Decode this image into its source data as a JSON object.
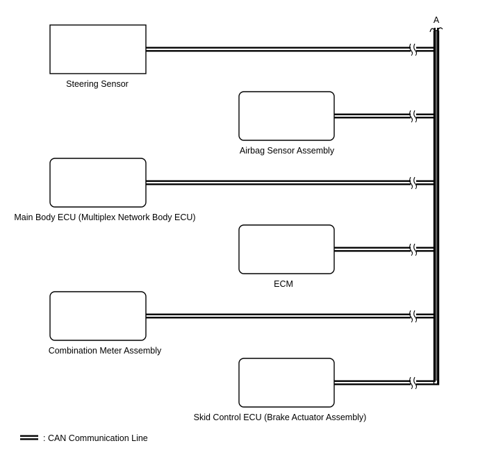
{
  "diagram": {
    "bus_label": "A",
    "components": [
      {
        "id": "steering",
        "label": "Steering Sensor",
        "shape": "square"
      },
      {
        "id": "airbag",
        "label": "Airbag Sensor Assembly",
        "shape": "rounded"
      },
      {
        "id": "mainbody",
        "label": "Main Body ECU (Multiplex Network Body ECU)",
        "shape": "rounded"
      },
      {
        "id": "ecm",
        "label": "ECM",
        "shape": "rounded"
      },
      {
        "id": "combo",
        "label": "Combination Meter Assembly",
        "shape": "rounded"
      },
      {
        "id": "skid",
        "label": "Skid Control ECU (Brake Actuator Assembly)",
        "shape": "rounded"
      }
    ],
    "legend": {
      "text": ": CAN Communication Line"
    },
    "colors": {
      "line": "#000000",
      "background": "#ffffff"
    }
  }
}
